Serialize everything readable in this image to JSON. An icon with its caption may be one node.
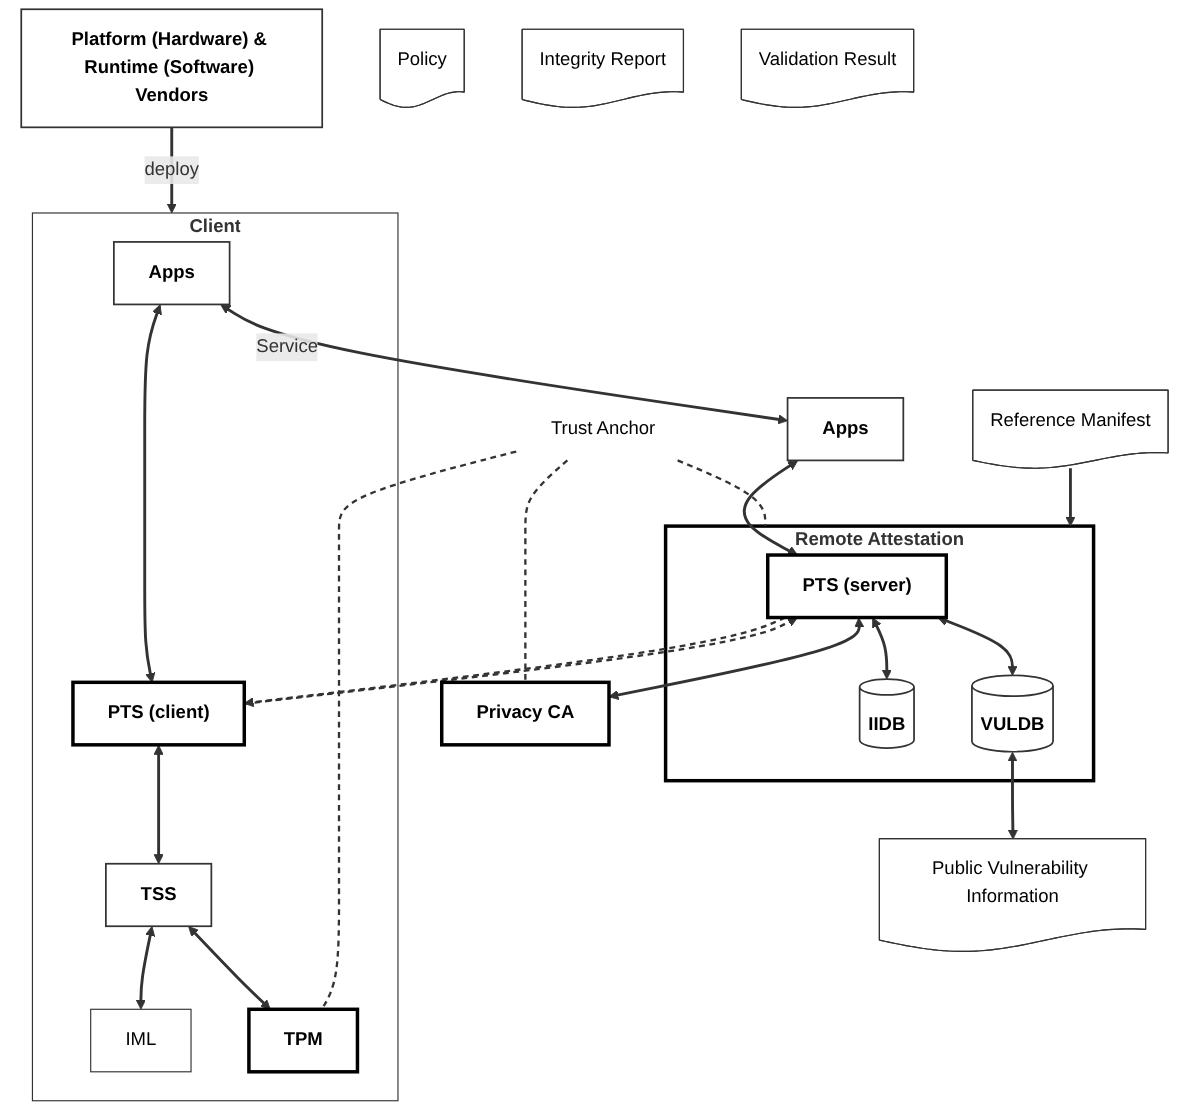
{
  "diagram": {
    "nodes": [
      {
        "text": [
          "Platform (Hardware) & Runtime (Software) Vendors"
        ]
      },
      {
        "text": [
          "Client"
        ]
      },
      {
        "text": [
          "Apps"
        ],
        "in": 1
      },
      {
        "text": [
          "PTS (client)"
        ],
        "in": 1
      },
      {
        "text": [
          "TSS"
        ],
        "in": 1
      },
      {
        "text": [
          "IML"
        ],
        "in": 1
      },
      {
        "text": [
          "TPM"
        ],
        "in": 1
      },
      {
        "text": [
          "Policy"
        ]
      },
      {
        "text": [
          "Apps"
        ]
      },
      {
        "text": [
          "Reference Manifest"
        ]
      },
      {
        "text": [
          "Remote Attestation"
        ]
      },
      {
        "text": [
          "PTS (server)"
        ],
        "in": 10
      },
      {
        "text": [
          "IIDB"
        ],
        "in": 10
      },
      {
        "text": [
          "VULDB"
        ],
        "in": 10
      },
      {
        "text": [
          "Integrity Report"
        ]
      },
      {
        "text": [
          "Validation Result"
        ]
      },
      {
        "text": [
          "Privacy CA"
        ]
      },
      {
        "text": [
          "Public Vulnerability Information"
        ]
      },
      {
        "text": [
          "Trust Anchor"
        ]
      }
    ],
    "edges": [
      {
        "from": 0,
        "to": 1,
        "arrow": "to",
        "label": "deploy"
      },
      {
        "from": 2,
        "to": 8,
        "arrow": "both",
        "label": "Service"
      },
      {
        "from": 2,
        "to": 3,
        "arrow": "both"
      },
      {
        "from": 8,
        "to": 11,
        "arrow": "both"
      },
      {
        "from": 3,
        "to": 11,
        "arrow": "to",
        "style": "dashed"
      },
      {
        "from": 11,
        "to": 3,
        "arrow": "to",
        "style": "dashed"
      },
      {
        "from": 11,
        "to": 12,
        "arrow": "both"
      },
      {
        "from": 11,
        "to": 13,
        "arrow": "both"
      },
      {
        "from": 3,
        "to": 4,
        "arrow": "both"
      },
      {
        "from": 4,
        "to": 5,
        "arrow": "both"
      },
      {
        "from": 4,
        "to": 6,
        "arrow": "both"
      },
      {
        "from": 11,
        "to": 16,
        "arrow": "both"
      },
      {
        "from": 13,
        "to": 17,
        "arrow": "both"
      },
      {
        "from": 18,
        "to": 6,
        "arrow": "none",
        "style": "dashed"
      },
      {
        "from": 18,
        "to": 10,
        "arrow": "none",
        "style": "dashed"
      },
      {
        "from": 18,
        "to": 16,
        "arrow": "none",
        "style": "dashed"
      },
      {
        "from": 9,
        "to": 10,
        "arrow": "to"
      }
    ]
  }
}
